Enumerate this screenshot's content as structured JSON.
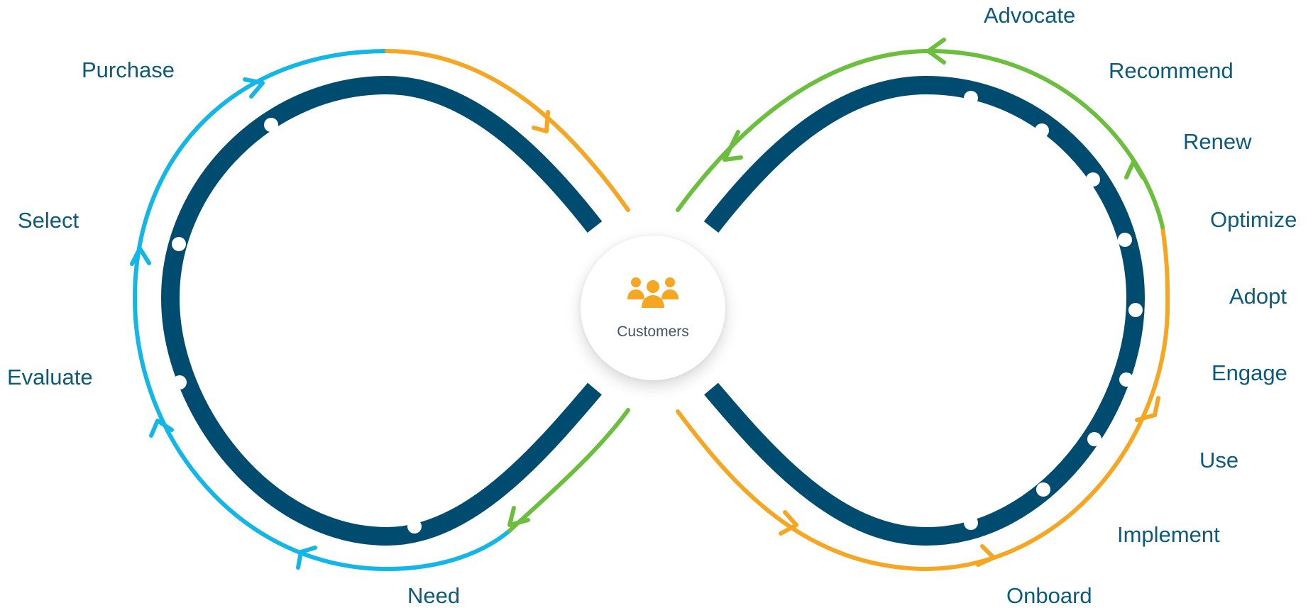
{
  "center": {
    "label": "Customers",
    "icon": "people-group-icon"
  },
  "stages": [
    {
      "id": "purchase",
      "label": "Purchase"
    },
    {
      "id": "select",
      "label": "Select"
    },
    {
      "id": "evaluate",
      "label": "Evaluate"
    },
    {
      "id": "need",
      "label": "Need"
    },
    {
      "id": "onboard",
      "label": "Onboard"
    },
    {
      "id": "implement",
      "label": "Implement"
    },
    {
      "id": "use",
      "label": "Use"
    },
    {
      "id": "engage",
      "label": "Engage"
    },
    {
      "id": "adopt",
      "label": "Adopt"
    },
    {
      "id": "optimize",
      "label": "Optimize"
    },
    {
      "id": "renew",
      "label": "Renew"
    },
    {
      "id": "recommend",
      "label": "Recommend"
    },
    {
      "id": "advocate",
      "label": "Advocate"
    }
  ],
  "colors": {
    "track": "#004c70",
    "label": "#0c5a7c",
    "acquire": "#14b6e6",
    "transition": "#f5a623",
    "loyalty": "#6cbf3e",
    "icon": "#f5a623"
  }
}
